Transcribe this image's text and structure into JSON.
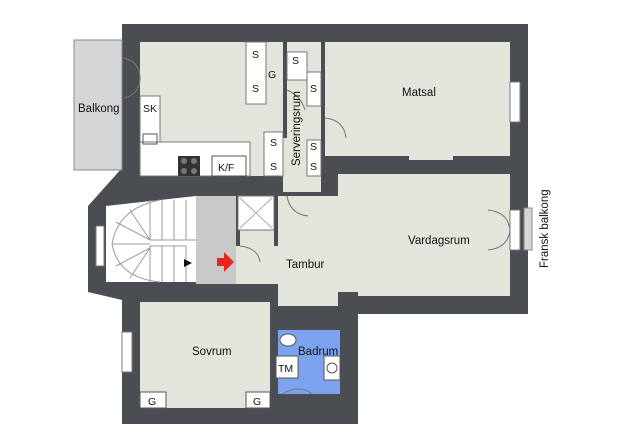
{
  "rooms": {
    "balcony": "Balkong",
    "dining": "Matsal",
    "serving": "Serveringsrum",
    "living": "Vardagsrum",
    "french_balcony": "Fransk balkong",
    "hall": "Tambur",
    "bedroom": "Sovrum",
    "bathroom": "Badrum"
  },
  "fixtures": {
    "wardrobe": "S",
    "freezer": "SK",
    "fridge_freezer": "K/F",
    "cupboard": "G",
    "washer": "TM"
  },
  "colors": {
    "wall": "#4a4d52",
    "floor": "#e3e4dc",
    "bathroom": "#7da2f0",
    "balcony": "#d6d6d6",
    "entrance_marker": "#e8251f"
  }
}
